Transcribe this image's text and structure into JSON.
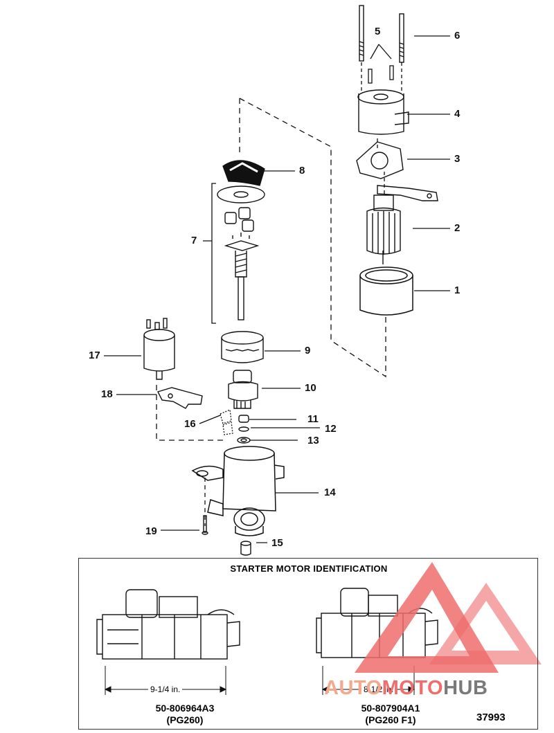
{
  "callouts": [
    {
      "n": "1"
    },
    {
      "n": "2"
    },
    {
      "n": "3"
    },
    {
      "n": "4"
    },
    {
      "n": "5"
    },
    {
      "n": "6"
    },
    {
      "n": "7"
    },
    {
      "n": "8"
    },
    {
      "n": "9"
    },
    {
      "n": "10"
    },
    {
      "n": "11"
    },
    {
      "n": "12"
    },
    {
      "n": "13"
    },
    {
      "n": "14"
    },
    {
      "n": "15"
    },
    {
      "n": "16"
    },
    {
      "n": "17"
    },
    {
      "n": "18"
    },
    {
      "n": "19"
    }
  ],
  "identification": {
    "title": "STARTER MOTOR IDENTIFICATION",
    "left": {
      "dimension": "9-1/4 in.",
      "part_number": "50-806964A3",
      "model": "(PG260)"
    },
    "right": {
      "dimension": "8-1/2 in.",
      "part_number": "50-807904A1",
      "model": "(PG260 F1)"
    }
  },
  "figure_number": "37993",
  "watermark": {
    "part1": "AUTO",
    "part2": "MOTO",
    "part3": "HUB"
  },
  "colors": {
    "line": "#111111",
    "watermark_red": "#ef6d6d",
    "watermark_orange": "#f4a98c",
    "watermark_gray": "#7a7a7a"
  }
}
